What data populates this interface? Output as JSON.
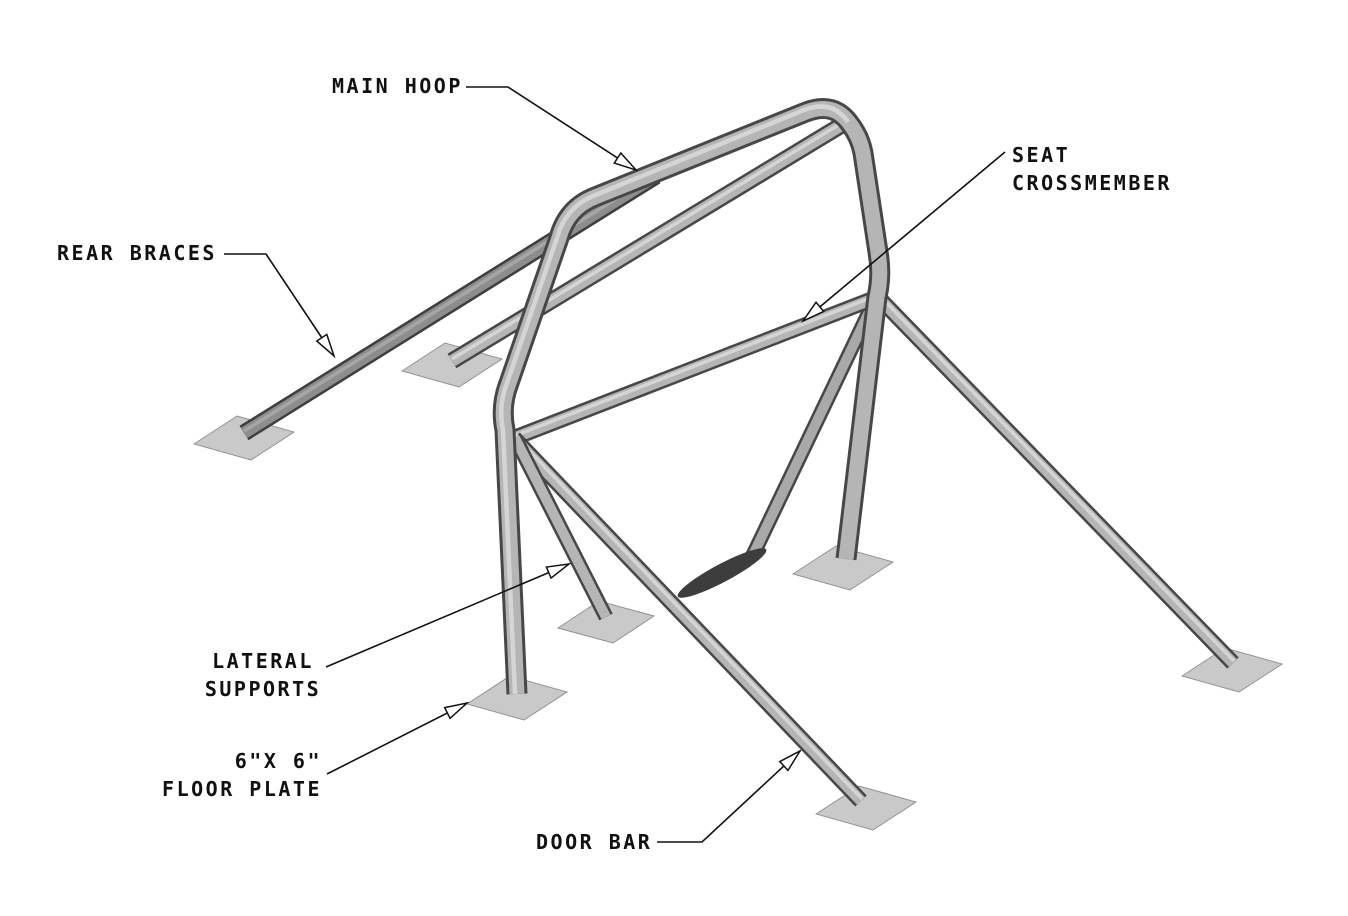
{
  "diagram": {
    "kind": "roll-bar-technical-illustration",
    "colors": {
      "background": "#ffffff",
      "tube_body": "#b5b5b5",
      "tube_body_dark": "#8d8d8d",
      "tube_outline": "#474747",
      "plate_fill": "#c9c9c9",
      "label_text": "#111111",
      "leader_line": "#111111"
    },
    "labels": {
      "main_hoop": {
        "text": "MAIN HOOP"
      },
      "seat_crossmember": {
        "line1": "SEAT",
        "line2": "CROSSMEMBER"
      },
      "rear_braces": {
        "text": "REAR BRACES"
      },
      "lateral_supports": {
        "line1": "LATERAL",
        "line2": "SUPPORTS"
      },
      "floor_plate": {
        "line1": "6\"X 6\"",
        "line2": "FLOOR PLATE"
      },
      "door_bar": {
        "text": "DOOR BAR"
      }
    }
  }
}
